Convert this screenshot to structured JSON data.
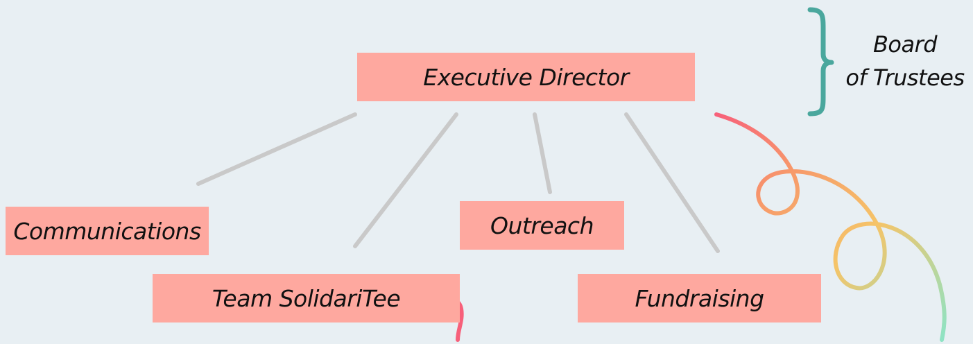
{
  "diagram": {
    "top_node": "Executive Director",
    "children": [
      "Communications",
      "Team SolidariTee",
      "Outreach",
      "Fundraising"
    ]
  },
  "board": {
    "line1": "Board",
    "line2": "of Trustees"
  },
  "colors": {
    "background": "#e8eff3",
    "node_fill": "#fea89f",
    "connector": "#c9c9c9",
    "brace": "#4aa79d",
    "squiggle_start": "#f7607a",
    "squiggle_mid": "#f5c468",
    "squiggle_end": "#8ee3c4"
  }
}
